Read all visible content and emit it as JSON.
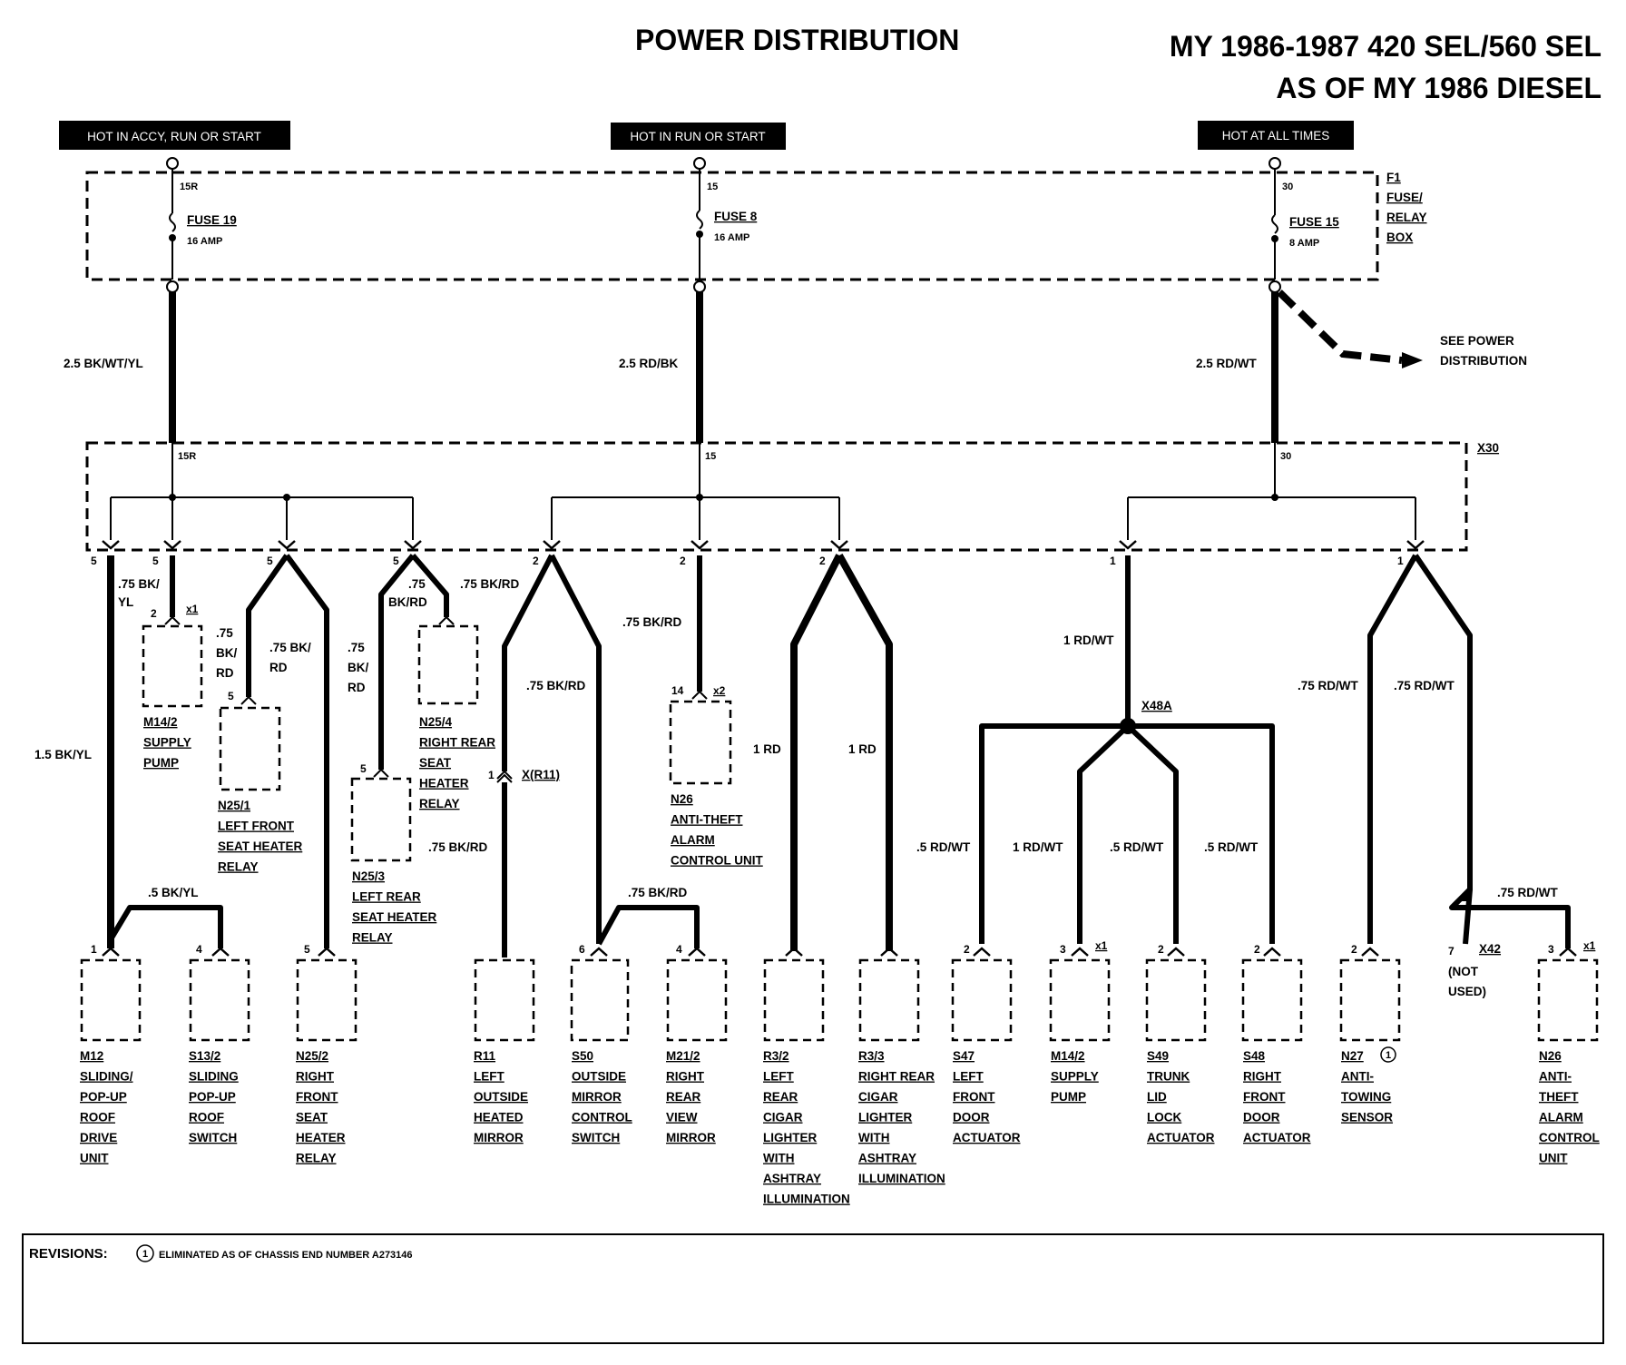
{
  "header": {
    "title": "POWER DISTRIBUTION",
    "model_line1": "MY 1986-1987 420 SEL/560 SEL",
    "model_line2": "AS OF MY 1986  DIESEL"
  },
  "sources": {
    "accy": "HOT IN ACCY, RUN OR START",
    "run": "HOT IN RUN OR START",
    "all": "HOT AT ALL TIMES"
  },
  "fusebox": {
    "label_l1": "F1",
    "label_l2": "FUSE/",
    "label_l3": "RELAY",
    "label_l4": "BOX",
    "fuse19_term": "15R",
    "fuse19": "FUSE 19",
    "fuse19_amp": "16 AMP",
    "fuse8_term": "15",
    "fuse8": "FUSE 8",
    "fuse8_amp": "16 AMP",
    "fuse15_term": "30",
    "fuse15": "FUSE 15",
    "fuse15_amp": "8 AMP"
  },
  "feeds": {
    "w1": "2.5 BK/WT/YL",
    "w2": "2.5 RD/BK",
    "w3": "2.5 RD/WT",
    "see_l1": "SEE POWER",
    "see_l2": "DISTRIBUTION"
  },
  "x30": {
    "label": "X30",
    "t1": "15R",
    "t2": "15",
    "t3": "30"
  },
  "wires": {
    "a1": ".75 BK/",
    "a2": "YL",
    "b": "1.5 BK/YL",
    "c": ".5 BK/YL",
    "d1": ".75",
    "d2": "BK/",
    "d3": "RD",
    "e1": ".75 BK/",
    "e2": "RD",
    "f1": ".75",
    "f2": "BK/",
    "f3": "RD",
    "g1": ".75",
    "g2": "BK/RD",
    "h": ".75 BK/RD",
    "i": ".75 BK/RD",
    "j": ".75 BK/RD",
    "k": ".75 BK/RD",
    "l": ".75 BK/RD",
    "m1": "1 RD",
    "m2": "1 RD",
    "n": "1 RD/WT",
    "o": ".5 RD/WT",
    "p": "1 RD/WT",
    "q": ".5 RD/WT",
    "r": ".5 RD/WT",
    "s1": ".75 RD/WT",
    "s2": ".75 RD/WT",
    "s3": ".75 RD/WT",
    "splice": "X48A",
    "xr11": "X(R11)",
    "x42": "X42",
    "not_used1": "(NOT",
    "not_used2": "USED)"
  },
  "pins": {
    "p5a": "5",
    "p5b": "5",
    "p5c": "5",
    "p5d": "5",
    "p2a": "2",
    "p2b": "2",
    "p2c": "2",
    "p1a": "1",
    "p1b": "1",
    "m142_pin": "2",
    "m142_x": "x1",
    "n251_pin": "5",
    "n253_pin": "5",
    "n26_pin": "14",
    "n26_x": "x2",
    "r11_pin": "1",
    "m12_pin": "1",
    "s132_pin": "4",
    "n252_pin": "5",
    "s50_pin": "6",
    "m212_pin": "4",
    "s47_pin": "2",
    "m142b_pin": "3",
    "m142b_x": "x1",
    "s49_pin": "2",
    "s48_pin": "2",
    "n27_pin": "2",
    "x42_pin": "7",
    "n26b_pin": "3",
    "n26b_x": "x1"
  },
  "components": {
    "m142": [
      "M14/2",
      "SUPPLY",
      "PUMP"
    ],
    "n251": [
      "N25/1",
      "LEFT FRONT",
      "SEAT HEATER",
      "RELAY"
    ],
    "n254": [
      "N25/4",
      "RIGHT REAR",
      "SEAT",
      "HEATER",
      "RELAY"
    ],
    "n253": [
      "N25/3",
      "LEFT REAR",
      "SEAT HEATER",
      "RELAY"
    ],
    "n26a": [
      "N26",
      "ANTI-THEFT",
      "ALARM",
      "CONTROL UNIT"
    ],
    "m12": [
      "M12",
      "SLIDING/",
      "POP-UP",
      "ROOF",
      "DRIVE",
      "UNIT"
    ],
    "s132": [
      "S13/2",
      "SLIDING",
      "POP-UP",
      "ROOF",
      "SWITCH"
    ],
    "n252": [
      "N25/2",
      "RIGHT",
      "FRONT",
      "SEAT",
      "HEATER",
      "RELAY"
    ],
    "r11": [
      "R11",
      "LEFT",
      "OUTSIDE",
      "HEATED",
      "MIRROR"
    ],
    "s50": [
      "S50",
      "OUTSIDE",
      "MIRROR",
      "CONTROL",
      "SWITCH"
    ],
    "m212": [
      "M21/2",
      "RIGHT",
      "REAR",
      "VIEW",
      "MIRROR"
    ],
    "r32": [
      "R3/2",
      "LEFT",
      "REAR",
      "CIGAR",
      "LIGHTER",
      "WITH",
      "ASHTRAY",
      "ILLUMINATION"
    ],
    "r33": [
      "R3/3",
      "RIGHT REAR",
      "CIGAR",
      "LIGHTER",
      "WITH",
      "ASHTRAY",
      "ILLUMINATION"
    ],
    "s47": [
      "S47",
      "LEFT",
      "FRONT",
      "DOOR",
      "ACTUATOR"
    ],
    "m142b": [
      "M14/2",
      "SUPPLY",
      "PUMP"
    ],
    "s49": [
      "S49",
      "TRUNK",
      "LID",
      "LOCK",
      "ACTUATOR"
    ],
    "s48": [
      "S48",
      "RIGHT",
      "FRONT",
      "DOOR",
      "ACTUATOR"
    ],
    "n27": [
      "N27",
      "ANTI-",
      "TOWING",
      "SENSOR"
    ],
    "n26b": [
      "N26",
      "ANTI-",
      "THEFT",
      "ALARM",
      "CONTROL",
      "UNIT"
    ]
  },
  "revisions": {
    "label": "REVISIONS:",
    "marker": "1",
    "text": "ELIMINATED AS OF CHASSIS END NUMBER A273146"
  }
}
